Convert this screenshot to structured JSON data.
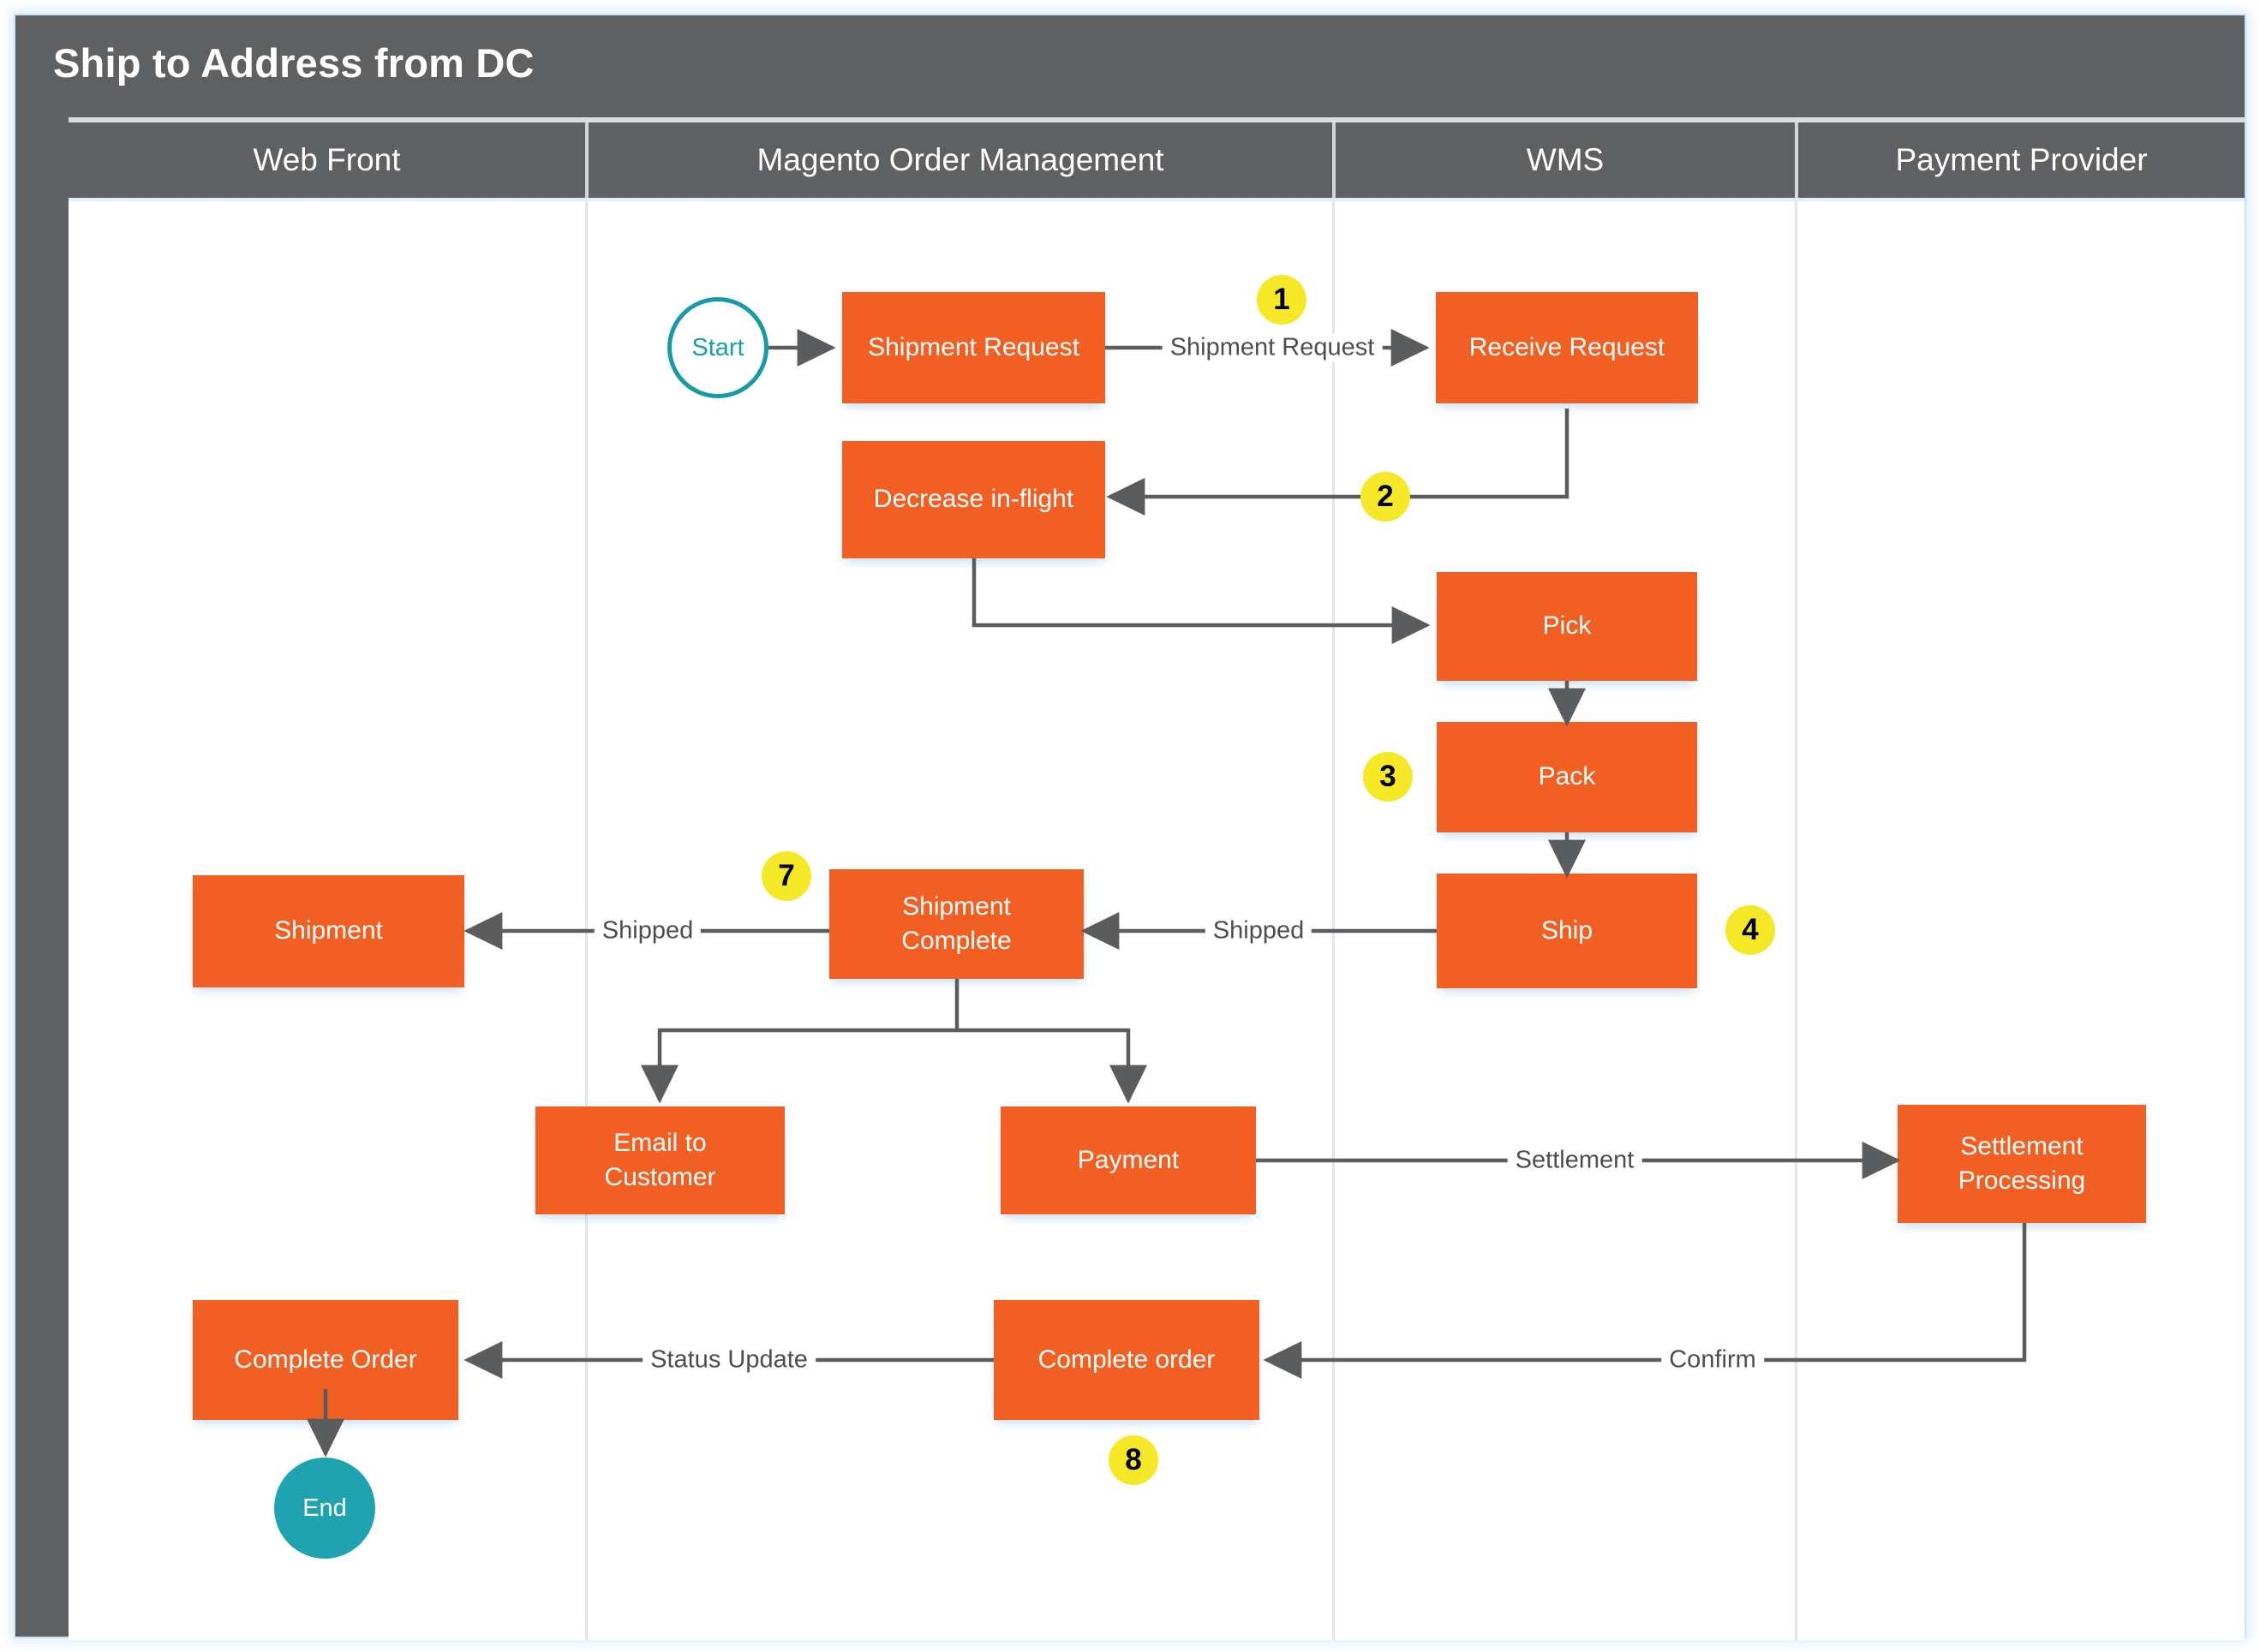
{
  "diagram": {
    "title": "Ship to Address from DC",
    "type": "swimlane-flowchart",
    "colors": {
      "node_fill": "#F15F22",
      "node_text": "#FFFFFF",
      "terminator_teal": "#1FA3B0",
      "badge_yellow": "#F4E827",
      "header_gray": "#5F6062",
      "edge_gray": "#5A5C5E",
      "lane_divider": "#DFE6EE",
      "canvas": "#FFFFFF"
    }
  },
  "lanes": [
    {
      "id": "web-front",
      "label": "Web Front"
    },
    {
      "id": "magento-order-management",
      "label": "Magento Order Management"
    },
    {
      "id": "wms",
      "label": "WMS"
    },
    {
      "id": "payment-provider",
      "label": "Payment Provider"
    }
  ],
  "nodes": [
    {
      "id": "start",
      "label": "Start",
      "lane": "magento-order-management",
      "shape": "terminator-start"
    },
    {
      "id": "shipment-request",
      "label": "Shipment Request",
      "lane": "magento-order-management",
      "shape": "process"
    },
    {
      "id": "receive-request",
      "label": "Receive Request",
      "lane": "wms",
      "shape": "process"
    },
    {
      "id": "decrease-in-flight",
      "label": "Decrease in-flight",
      "lane": "magento-order-management",
      "shape": "process"
    },
    {
      "id": "pick",
      "label": "Pick",
      "lane": "wms",
      "shape": "process"
    },
    {
      "id": "pack",
      "label": "Pack",
      "lane": "wms",
      "shape": "process"
    },
    {
      "id": "ship",
      "label": "Ship",
      "lane": "wms",
      "shape": "process"
    },
    {
      "id": "shipment-complete",
      "label": "Shipment\nComplete",
      "lane": "magento-order-management",
      "shape": "process"
    },
    {
      "id": "shipment",
      "label": "Shipment",
      "lane": "web-front",
      "shape": "process"
    },
    {
      "id": "email-to-customer",
      "label": "Email to\nCustomer",
      "lane": "magento-order-management",
      "shape": "process"
    },
    {
      "id": "payment",
      "label": "Payment",
      "lane": "magento-order-management",
      "shape": "process"
    },
    {
      "id": "settlement-processing",
      "label": "Settlement\nProcessing",
      "lane": "payment-provider",
      "shape": "process"
    },
    {
      "id": "complete-order-mom",
      "label": "Complete order",
      "lane": "magento-order-management",
      "shape": "process"
    },
    {
      "id": "complete-order-web",
      "label": "Complete Order",
      "lane": "web-front",
      "shape": "process"
    },
    {
      "id": "end",
      "label": "End",
      "lane": "web-front",
      "shape": "terminator-end"
    }
  ],
  "edges": [
    {
      "from": "start",
      "to": "shipment-request",
      "label": ""
    },
    {
      "from": "shipment-request",
      "to": "receive-request",
      "label": "Shipment Request"
    },
    {
      "from": "receive-request",
      "to": "decrease-in-flight",
      "label": ""
    },
    {
      "from": "decrease-in-flight",
      "to": "pick",
      "label": ""
    },
    {
      "from": "pick",
      "to": "pack",
      "label": ""
    },
    {
      "from": "pack",
      "to": "ship",
      "label": ""
    },
    {
      "from": "ship",
      "to": "shipment-complete",
      "label": "Shipped"
    },
    {
      "from": "shipment-complete",
      "to": "shipment",
      "label": "Shipped"
    },
    {
      "from": "shipment-complete",
      "to": "email-to-customer",
      "label": ""
    },
    {
      "from": "shipment-complete",
      "to": "payment",
      "label": ""
    },
    {
      "from": "payment",
      "to": "settlement-processing",
      "label": "Settlement"
    },
    {
      "from": "settlement-processing",
      "to": "complete-order-mom",
      "label": "Confirm"
    },
    {
      "from": "complete-order-mom",
      "to": "complete-order-web",
      "label": "Status Update"
    },
    {
      "from": "complete-order-web",
      "to": "end",
      "label": ""
    }
  ],
  "badges": [
    {
      "number": "1",
      "near": "shipment-request-to-receive-request"
    },
    {
      "number": "2",
      "near": "receive-request-to-decrease-in-flight"
    },
    {
      "number": "3",
      "near": "pack"
    },
    {
      "number": "4",
      "near": "ship"
    },
    {
      "number": "7",
      "near": "shipment-complete"
    },
    {
      "number": "8",
      "near": "complete-order-mom"
    }
  ],
  "edge_labels": {
    "shipment_request": "Shipment Request",
    "shipped_right": "Shipped",
    "shipped_left": "Shipped",
    "settlement": "Settlement",
    "confirm": "Confirm",
    "status_update": "Status Update"
  }
}
